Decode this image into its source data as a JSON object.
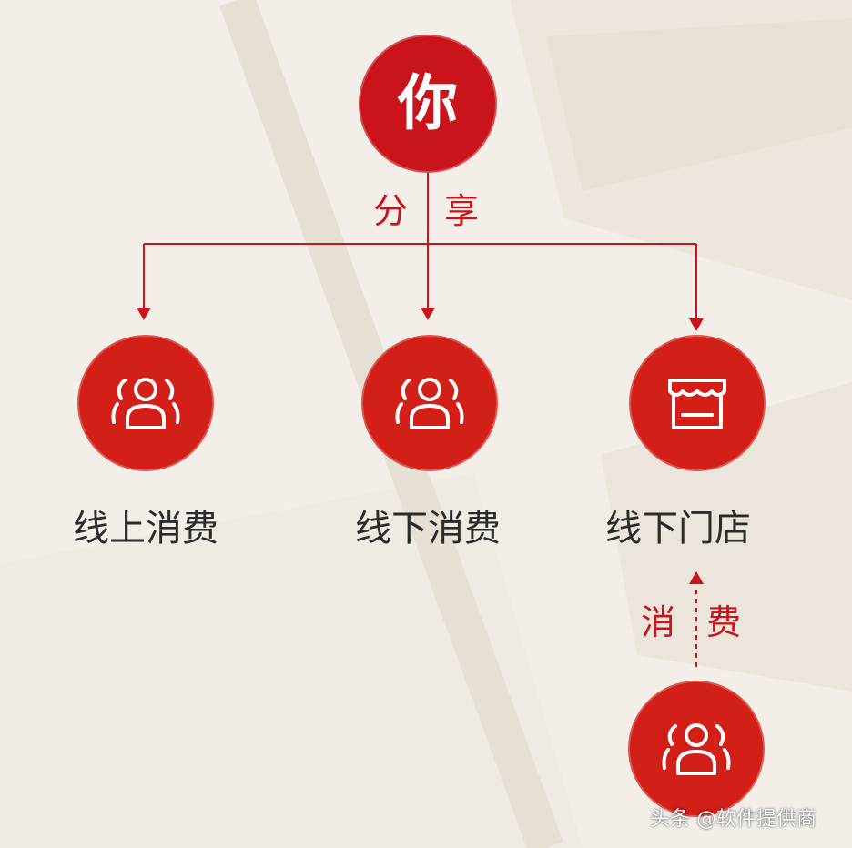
{
  "colors": {
    "accent": "#c8141a",
    "node_fill": "#d21f17",
    "background": "#f3efe8",
    "label_text": "#2b2b2b"
  },
  "root": {
    "text": "你"
  },
  "share_label": {
    "char1": "分",
    "char2": "享"
  },
  "nodes": [
    {
      "label": "线上消费",
      "icon": "people-group-icon"
    },
    {
      "label": "线下消费",
      "icon": "people-group-icon"
    },
    {
      "label": "线下门店",
      "icon": "storefront-icon"
    }
  ],
  "consume_label": {
    "char1": "消",
    "char2": "费"
  },
  "bottom_node": {
    "icon": "people-group-icon"
  },
  "watermark": "头条 @软件提供商"
}
